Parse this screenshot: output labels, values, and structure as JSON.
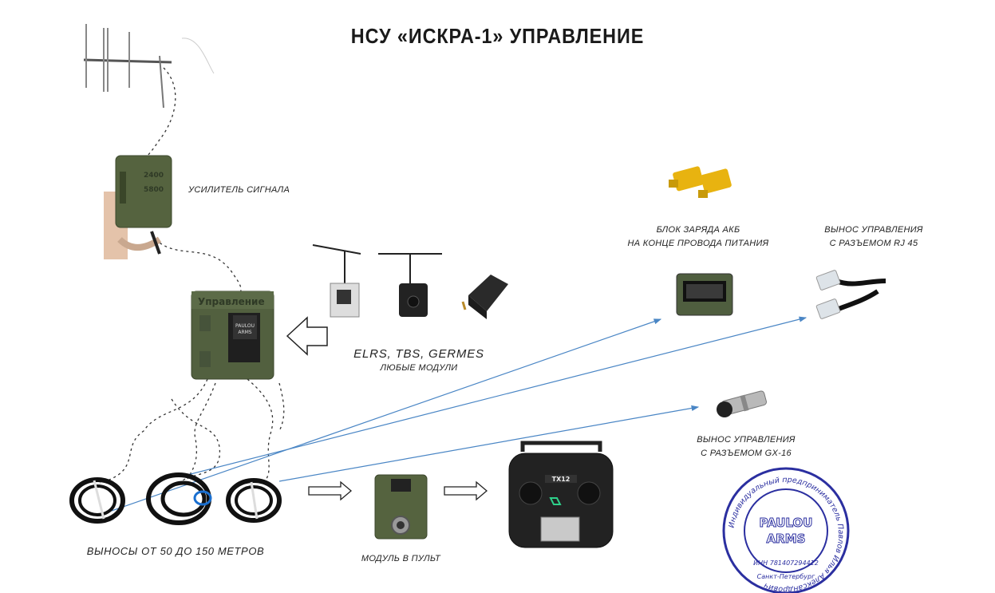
{
  "title": "НСУ «ИСКРА-1» УПРАВЛЕНИЕ",
  "labels": {
    "amplifier": "УСИЛИТЕЛЬ СИГНАЛА",
    "charger_line1": "БЛОК ЗАРЯДА АКБ",
    "charger_line2": "НА КОНЦЕ ПРОВОДА ПИТАНИЯ",
    "rj45_line1": "ВЫНОС УПРАВЛЕНИЯ",
    "rj45_line2": "С РАЗЪЕМОМ RJ 45",
    "modules_line1": "ELRS, TBS, GERMES",
    "modules_line2": "ЛЮБЫЕ МОДУЛИ",
    "gx16_line1": "ВЫНОС УПРАВЛЕНИЯ",
    "gx16_line2": "С РАЗЪЕМОМ GX-16",
    "cables": "ВЫНОСЫ ОТ 50 ДО 150 МЕТРОВ",
    "module_to_remote": "МОДУЛЬ В ПУЛЬТ"
  },
  "device_text": {
    "control_box": "Управление",
    "control_box_logo_line1": "PAULOU",
    "control_box_logo_line2": "ARMS",
    "amplifier_print_line1": "2400",
    "amplifier_print_line2": "5800",
    "remote_model": "TX12"
  },
  "stamp": {
    "center_line1": "PAULOU",
    "center_line2": "ARMS",
    "ring_text": "Индивидуальный предприниматель Павлов Илья Александрович",
    "inn": "ИНН 781407294412",
    "city": "Санкт-Петербург"
  },
  "colors": {
    "arrow_blue": "#4a86c5",
    "device_green": "#4f5e3f",
    "stamp_blue": "#2b2fa0",
    "connector_yellow": "#e8b310"
  }
}
